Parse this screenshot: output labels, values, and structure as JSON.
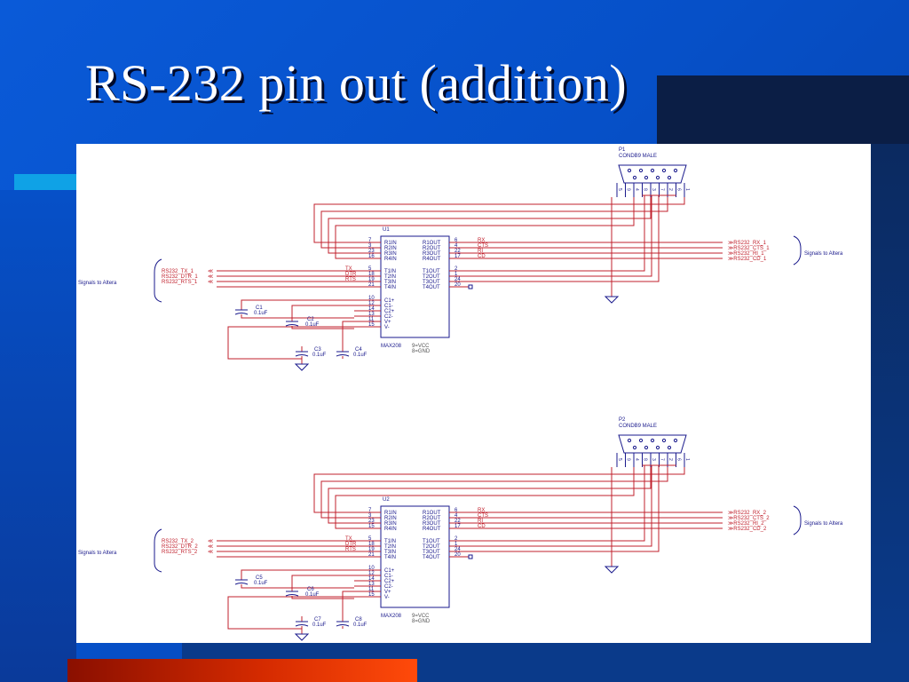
{
  "title": "RS-232 pin out (addition)",
  "note_left": "Signals to Altera",
  "note_right": "Signals to Altera",
  "blocks": [
    {
      "connector_ref": "P1",
      "connector_name": "CONDB9 MALE",
      "connector_pins": [
        "5",
        "9",
        "4",
        "8",
        "3",
        "7",
        "2",
        "6",
        "1"
      ],
      "ic_ref": "U1",
      "ic_part": "MAX208",
      "power_note": [
        "9=VCC",
        "8=GND"
      ],
      "receivers": [
        {
          "pin_in": "7",
          "in": "R1IN",
          "out": "R1OUT",
          "pin_out": "6",
          "sig": "RX",
          "net": "RS232_RX_1"
        },
        {
          "pin_in": "3",
          "in": "R2IN",
          "out": "R2OUT",
          "pin_out": "4",
          "sig": "CTS",
          "net": "RS232_CTS_1"
        },
        {
          "pin_in": "23",
          "in": "R3IN",
          "out": "R3OUT",
          "pin_out": "22",
          "sig": "RI",
          "net": "RS232_RI_1"
        },
        {
          "pin_in": "16",
          "in": "R4IN",
          "out": "R4OUT",
          "pin_out": "17",
          "sig": "CD",
          "net": "RS232_CD_1"
        }
      ],
      "drivers": [
        {
          "net": "RS232_TX_1",
          "sig": "TX",
          "pin_in": "5",
          "in": "T1IN",
          "out": "T1OUT",
          "pin_out": "2"
        },
        {
          "net": "RS232_DTR_1",
          "sig": "DTR",
          "pin_in": "18",
          "in": "T2IN",
          "out": "T2OUT",
          "pin_out": "1"
        },
        {
          "net": "RS232_RTS_1",
          "sig": "RTS",
          "pin_in": "19",
          "in": "T3IN",
          "out": "T3OUT",
          "pin_out": "24"
        },
        {
          "net": "",
          "sig": "",
          "pin_in": "21",
          "in": "T4IN",
          "out": "T4OUT",
          "pin_out": "20"
        }
      ],
      "charge_pins": [
        {
          "pin": "10",
          "name": "C1+"
        },
        {
          "pin": "12",
          "name": "C1-"
        },
        {
          "pin": "14",
          "name": "C2+"
        },
        {
          "pin": "13",
          "name": "C2-"
        },
        {
          "pin": "11",
          "name": "V+"
        },
        {
          "pin": "15",
          "name": "V-"
        }
      ],
      "capacitors": [
        {
          "ref": "C1",
          "value": "0.1uF"
        },
        {
          "ref": "C2",
          "value": "0.1uF"
        },
        {
          "ref": "C3",
          "value": "0.1uF"
        },
        {
          "ref": "C4",
          "value": "0.1uF"
        }
      ]
    },
    {
      "connector_ref": "P2",
      "connector_name": "CONDB9 MALE",
      "connector_pins": [
        "5",
        "9",
        "4",
        "8",
        "3",
        "7",
        "2",
        "6",
        "1"
      ],
      "ic_ref": "U2",
      "ic_part": "MAX208",
      "power_note": [
        "9=VCC",
        "8=GND"
      ],
      "receivers": [
        {
          "pin_in": "7",
          "in": "R1IN",
          "out": "R1OUT",
          "pin_out": "6",
          "sig": "RX",
          "net": "RS232_RX_2"
        },
        {
          "pin_in": "3",
          "in": "R2IN",
          "out": "R2OUT",
          "pin_out": "4",
          "sig": "CTS",
          "net": "RS232_CTS_2"
        },
        {
          "pin_in": "23",
          "in": "R3IN",
          "out": "R3OUT",
          "pin_out": "22",
          "sig": "RI",
          "net": "RS232_RI_2"
        },
        {
          "pin_in": "15",
          "in": "R4IN",
          "out": "R4OUT",
          "pin_out": "17",
          "sig": "CD",
          "net": "RS232_CD_2"
        }
      ],
      "drivers": [
        {
          "net": "RS232_TX_2",
          "sig": "TX",
          "pin_in": "5",
          "in": "T1IN",
          "out": "T1OUT",
          "pin_out": "2"
        },
        {
          "net": "RS232_DTR_2",
          "sig": "DTR",
          "pin_in": "18",
          "in": "T2IN",
          "out": "T2OUT",
          "pin_out": "1"
        },
        {
          "net": "RS232_RTS_2",
          "sig": "RTS",
          "pin_in": "19",
          "in": "T3IN",
          "out": "T3OUT",
          "pin_out": "24"
        },
        {
          "net": "",
          "sig": "",
          "pin_in": "21",
          "in": "T4IN",
          "out": "T4OUT",
          "pin_out": "20"
        }
      ],
      "charge_pins": [
        {
          "pin": "10",
          "name": "C1+"
        },
        {
          "pin": "12",
          "name": "C1-"
        },
        {
          "pin": "14",
          "name": "C2+"
        },
        {
          "pin": "13",
          "name": "C2-"
        },
        {
          "pin": "11",
          "name": "V+"
        },
        {
          "pin": "15",
          "name": "V-"
        }
      ],
      "capacitors": [
        {
          "ref": "C5",
          "value": "0.1uF"
        },
        {
          "ref": "C6",
          "value": "0.1uF"
        },
        {
          "ref": "C7",
          "value": "0.1uF"
        },
        {
          "ref": "C8",
          "value": "0.1uF"
        }
      ]
    }
  ],
  "colors": {
    "wire": "#c0202c",
    "component": "#1a1a8c",
    "text": "#1a1a8c",
    "title": "#ffffff"
  }
}
